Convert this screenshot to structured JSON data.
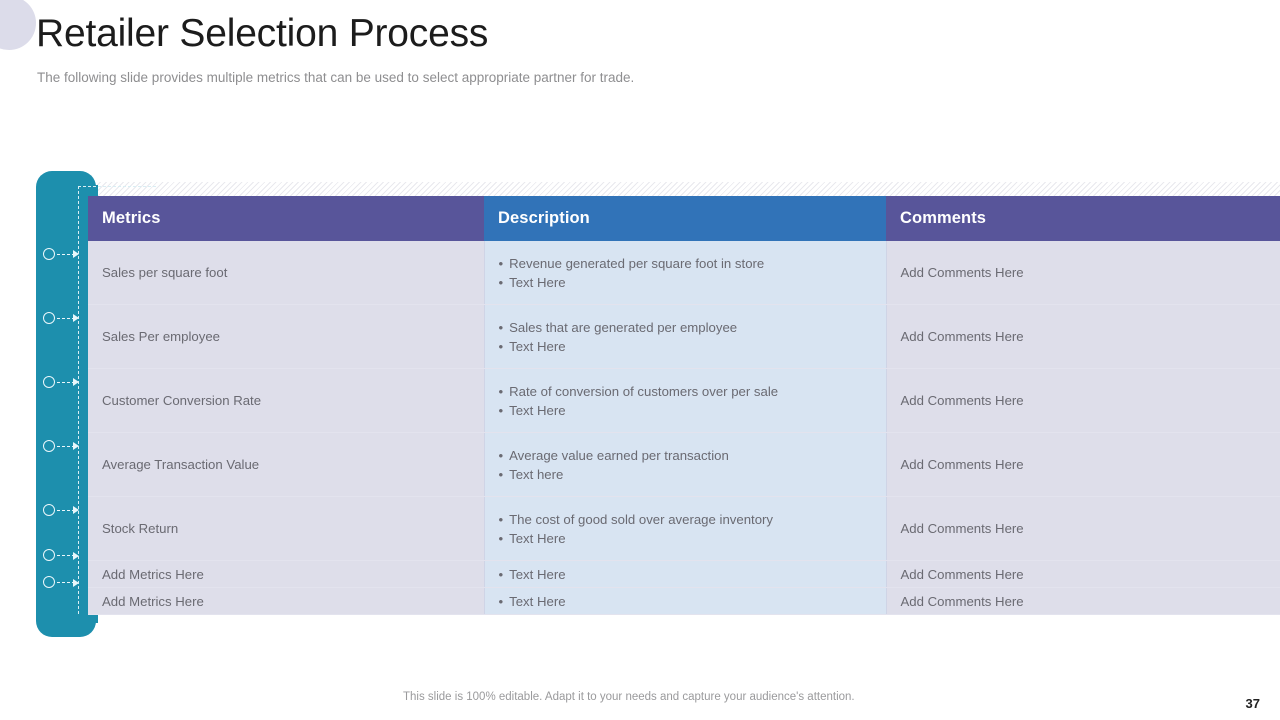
{
  "slide": {
    "title": "Retailer Selection Process",
    "subtitle": "The following  slide provides multiple metrics that can be used to  select appropriate partner for trade.",
    "footer_note": "This slide is 100% editable. Adapt it to your needs and capture your audience's attention.",
    "page_number": "37"
  },
  "colors": {
    "header_purple": "#58559a",
    "header_blue": "#3173b8",
    "rail_teal": "#1d8fad",
    "row_lavender": "#dedeea",
    "row_blue": "#d8e4f2",
    "title_text": "#1c1c1c",
    "body_text": "#6a6a72",
    "deco_circle": "#dcdcea"
  },
  "table": {
    "columns": [
      "Metrics",
      "Description",
      "Comments"
    ],
    "rows": [
      {
        "metric": "Sales per square foot",
        "description": [
          "Revenue  generated per square foot in store",
          "Text  Here"
        ],
        "comments": "Add Comments Here",
        "size": "tall"
      },
      {
        "metric": "Sales Per employee",
        "description": [
          "Sales that  are generated per employee",
          "Text  Here"
        ],
        "comments": "Add Comments Here",
        "size": "tall"
      },
      {
        "metric": "Customer  Conversion Rate",
        "description": [
          "Rate of conversion of customers  over per sale",
          "Text  Here"
        ],
        "comments": "Add Comments Here",
        "size": "tall"
      },
      {
        "metric": "Average Transaction  Value",
        "description": [
          "Average value  earned per transaction",
          "Text  here"
        ],
        "comments": "Add Comments Here",
        "size": "tall"
      },
      {
        "metric": "Stock Return",
        "description": [
          "The  cost of good sold over  average inventory",
          "Text  Here"
        ],
        "comments": "Add Comments Here",
        "size": "tall"
      },
      {
        "metric": "Add Metrics Here",
        "description": [
          "Text  Here"
        ],
        "comments": "Add Comments Here",
        "size": "short"
      },
      {
        "metric": "Add Metrics Here",
        "description": [
          "Text  Here"
        ],
        "comments": "Add Comments Here",
        "size": "short"
      }
    ]
  },
  "rail": {
    "marker_icon": "circle-arrow-icon",
    "marker_count": 7
  }
}
